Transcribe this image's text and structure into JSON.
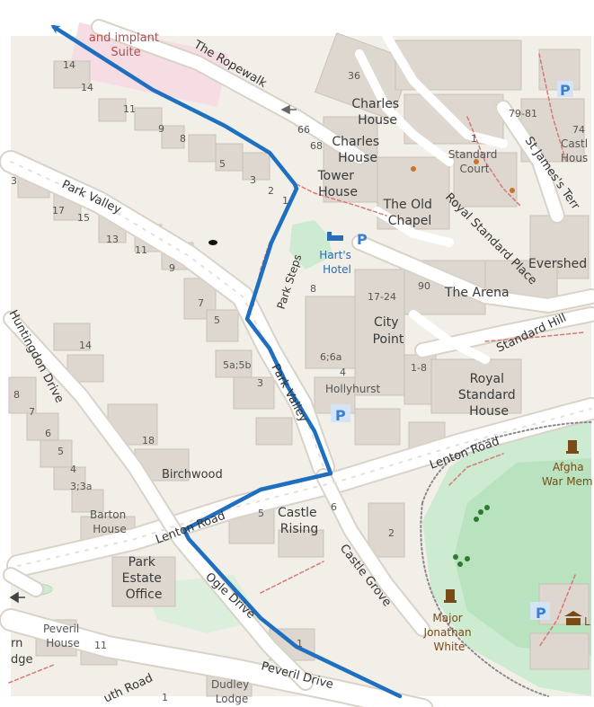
{
  "map": {
    "places": {
      "implant_suite": [
        "and implant",
        "Suite"
      ],
      "charles_house_1": [
        "Charles",
        "House"
      ],
      "charles_house_2": [
        "Charles",
        "House"
      ],
      "tower_house": [
        "Tower",
        "House"
      ],
      "old_chapel": [
        "The Old",
        "Chapel"
      ],
      "standard_court": [
        "Standard",
        "Court"
      ],
      "harts_hotel": [
        "Hart's",
        "Hotel"
      ],
      "city_point": [
        "City",
        "Point"
      ],
      "the_arena": "The Arena",
      "evershed": "Evershed",
      "hollyhurst": "Hollyhurst",
      "royal_standard_house": [
        "Royal",
        "Standard",
        "House"
      ],
      "birchwood": "Birchwood",
      "barton_house": [
        "Barton",
        "House"
      ],
      "castle_rising": [
        "Castle",
        "Rising"
      ],
      "park_estate_office": [
        "Park",
        "Estate",
        "Office"
      ],
      "major_jonathan_white": [
        "Major",
        "Jonathan",
        "White"
      ],
      "afghan_war_memorial": [
        "Afgha",
        "War Mem"
      ],
      "peveril_house": [
        "Peveril",
        "House"
      ],
      "dudley_lodge": [
        "Dudley",
        "Lodge"
      ],
      "castle_house_partial": [
        "Castl",
        "Hous"
      ],
      "lodge_partial": [
        "rn",
        "dge"
      ],
      "memorial_partial": "L"
    },
    "roads": {
      "the_ropewalk": "The Ropewalk",
      "park_valley_w": "Park Valley",
      "park_valley_e": "Park Valley",
      "park_steps": "Park Steps",
      "royal_standard_place": "Royal Standard Place",
      "st_james_terr": "St James's Terr",
      "standard_hill": "Standard Hill",
      "huntingdon_drive": "Huntingdon Drive",
      "lenton_road_e": "Lenton Road",
      "lenton_road_w": "Lenton Road",
      "castle_grove": "Castle Grove",
      "ogle_drive": "Ogle Drive",
      "peveril_drive": "Peveril Drive",
      "south_road": "uth Road"
    },
    "parking": "P",
    "house_numbers": {
      "n14a": "14",
      "n14b": "14",
      "n11a": "11",
      "n9a": "9",
      "n8": "8",
      "n5a": "5",
      "n3a": "3",
      "n2": "2",
      "n1a": "1",
      "n3b": "3",
      "n17": "17",
      "n15": "15",
      "n13": "13",
      "n11b": "11",
      "n9b": "9",
      "n7a": "7",
      "n5b": "5",
      "n5a5b": "5a;5b",
      "n3c": "3",
      "n14c": "14",
      "n8b": "8",
      "n7b": "7",
      "n6": "6",
      "n5c": "5",
      "n4a": "4",
      "n33a": "3;3a",
      "n18": "18",
      "n36": "36",
      "n66": "66",
      "n68": "68",
      "n1b": "1",
      "n7981": "79-81",
      "n74": "74",
      "n8c": "8",
      "n1724": "17-24",
      "n90": "90",
      "n18b": "1-8",
      "n66a": "6;6a",
      "n4b": "4",
      "n5d": "5",
      "n6b": "6",
      "n2b": "2",
      "n1c": "1",
      "n11c": "11",
      "n1d": "1"
    }
  }
}
